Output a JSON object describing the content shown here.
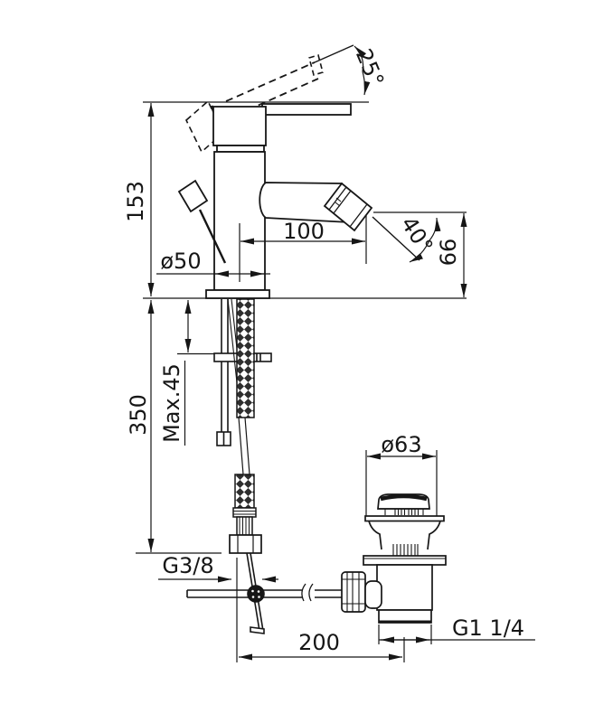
{
  "page": {
    "background": "#ffffff",
    "ink": "#161616"
  },
  "drawing": {
    "labels": {
      "overall_height": "153",
      "supply_hose_drop": "350",
      "max_mounting_thickness": "Max.45",
      "body_diameter": "ø50",
      "spout_reach": "100",
      "outlet_height": "66",
      "outlet_angle": "40°",
      "lever_lift_angle": "25°",
      "waste_cap_diameter": "ø63",
      "supply_connection": "G3/8",
      "waste_connection": "G1  1/4",
      "waste_offset": "200"
    }
  }
}
